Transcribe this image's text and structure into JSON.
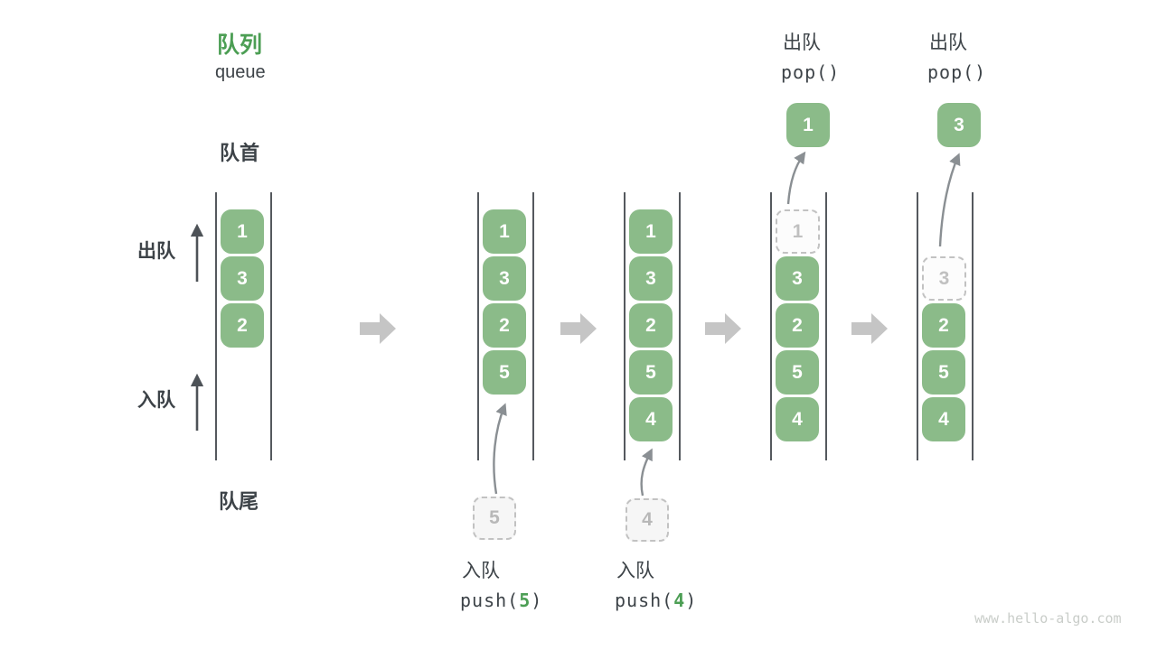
{
  "title": {
    "zh": "队列",
    "en": "queue"
  },
  "side_labels": {
    "front": "队首",
    "rear": "队尾",
    "dequeue": "出队",
    "enqueue": "入队"
  },
  "stages": [
    {
      "cells": [
        {
          "slot": 0,
          "value": "1",
          "state": "solid"
        },
        {
          "slot": 1,
          "value": "3",
          "state": "solid"
        },
        {
          "slot": 2,
          "value": "2",
          "state": "solid"
        }
      ]
    },
    {
      "cells": [
        {
          "slot": 0,
          "value": "1",
          "state": "solid"
        },
        {
          "slot": 1,
          "value": "3",
          "state": "solid"
        },
        {
          "slot": 2,
          "value": "2",
          "state": "solid"
        },
        {
          "slot": 3,
          "value": "5",
          "state": "solid"
        }
      ]
    },
    {
      "cells": [
        {
          "slot": 0,
          "value": "1",
          "state": "solid"
        },
        {
          "slot": 1,
          "value": "3",
          "state": "solid"
        },
        {
          "slot": 2,
          "value": "2",
          "state": "solid"
        },
        {
          "slot": 3,
          "value": "5",
          "state": "solid"
        },
        {
          "slot": 4,
          "value": "4",
          "state": "solid"
        }
      ]
    },
    {
      "cells": [
        {
          "slot": 0,
          "value": "1",
          "state": "dashed"
        },
        {
          "slot": 1,
          "value": "3",
          "state": "solid"
        },
        {
          "slot": 2,
          "value": "2",
          "state": "solid"
        },
        {
          "slot": 3,
          "value": "5",
          "state": "solid"
        },
        {
          "slot": 4,
          "value": "4",
          "state": "solid"
        }
      ]
    },
    {
      "cells": [
        {
          "slot": 1,
          "value": "3",
          "state": "dashed"
        },
        {
          "slot": 2,
          "value": "2",
          "state": "solid"
        },
        {
          "slot": 3,
          "value": "5",
          "state": "solid"
        },
        {
          "slot": 4,
          "value": "4",
          "state": "solid"
        }
      ]
    }
  ],
  "push_ops": [
    {
      "label": "入队",
      "code_open": "push(",
      "arg": "5",
      "code_close": ")",
      "staged_value": "5"
    },
    {
      "label": "入队",
      "code_open": "push(",
      "arg": "4",
      "code_close": ")",
      "staged_value": "4"
    }
  ],
  "pop_ops": [
    {
      "label": "出队",
      "code": "pop()",
      "value": "1"
    },
    {
      "label": "出队",
      "code": "pop()",
      "value": "3"
    }
  ],
  "watermark": "www.hello-algo.com",
  "colors": {
    "box_green": "#8bbb89",
    "accent_green": "#4c9e54",
    "dark_text": "#3d4348",
    "wall_line": "#55595e",
    "block_arrow": "#c5c5c5",
    "curve_arrow": "#8a8f93",
    "dashed_border": "#c2c2c2",
    "watermark": "#c9cdc9"
  }
}
